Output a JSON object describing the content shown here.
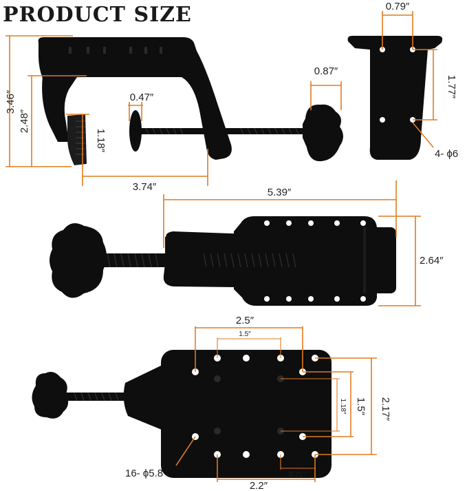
{
  "title": "PRODUCT SIZE",
  "colors": {
    "dimension_line": "#e07b1f",
    "part": "#0e0e0e",
    "text": "#222222"
  },
  "side_view": {
    "overall_height": "3.46″",
    "jaw_height": "2.48″",
    "pad_height": "1.18″",
    "throat_depth": "3.74″",
    "pad_diameter": "0.47″",
    "knob_width": "0.87″"
  },
  "end_view": {
    "top_width": "0.79″",
    "hole_spacing": "1.77″",
    "hole_callout": "4- ϕ6"
  },
  "top_view": {
    "length": "5.39″",
    "width": "2.64″"
  },
  "bottom_view": {
    "outer_spacing_x": "2.5″",
    "inner_spacing_x": "1.5″",
    "lower_spacing_x": "2.2″",
    "edge_offset_x": "0.71″",
    "outer_spacing_y": "2.17″",
    "mid_spacing_y": "1.5″",
    "inner_spacing_y": "1.18″",
    "hole_callout": "16- ϕ5.8"
  }
}
